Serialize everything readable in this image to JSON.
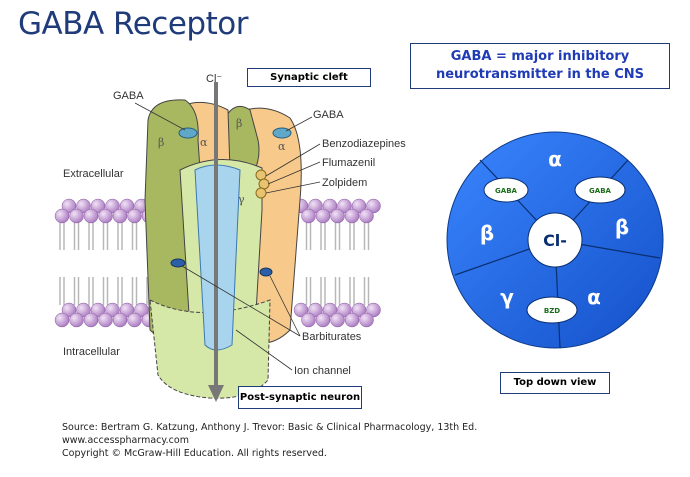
{
  "title": "GABA Receptor",
  "info_box": {
    "line1": "GABA = major inhibitory",
    "line2": "neurotransmitter in the CNS"
  },
  "labels": {
    "synaptic_cleft": "Synaptic cleft",
    "post_synaptic": "Post-synaptic neuron",
    "top_down": "Top down view",
    "cl_ion": "Cl⁻",
    "gaba_left": "GABA",
    "gaba_right": "GABA",
    "extracellular": "Extracellular",
    "intracellular": "Intracellular",
    "benzodiazepines": "Benzodiazepines",
    "flumazenil": "Flumazenil",
    "zolpidem": "Zolpidem",
    "barbiturates": "Barbiturates",
    "ion_channel": "Ion channel"
  },
  "subunit_labels": {
    "beta_left": "β",
    "alpha_left": "α",
    "beta_right": "β",
    "alpha_right": "α",
    "gamma": "γ"
  },
  "top_view": {
    "center": "Cl-",
    "alpha_top": "α",
    "beta_left": "β",
    "beta_right": "β",
    "gamma": "γ",
    "alpha_bottom": "α",
    "gaba_left": "GABA",
    "gaba_right": "GABA",
    "bzd": "BZD"
  },
  "source": {
    "line1": "Source: Bertram G. Katzung, Anthony J. Trevor: Basic & Clinical Pharmacology, 13th Ed.",
    "line2": "www.accesspharmacy.com",
    "line3": "Copyright © McGraw-Hill Education. All rights reserved."
  },
  "colors": {
    "title": "#1f3b7a",
    "info_text": "#1f3bb5",
    "circle": "#1e5fd8",
    "lipid_head": "#c8a0d8",
    "green_subunit": "#a8b860",
    "orange_subunit": "#f7c98a",
    "pale_green": "#d6e8a8",
    "channel_blue": "#a9d4ee"
  }
}
